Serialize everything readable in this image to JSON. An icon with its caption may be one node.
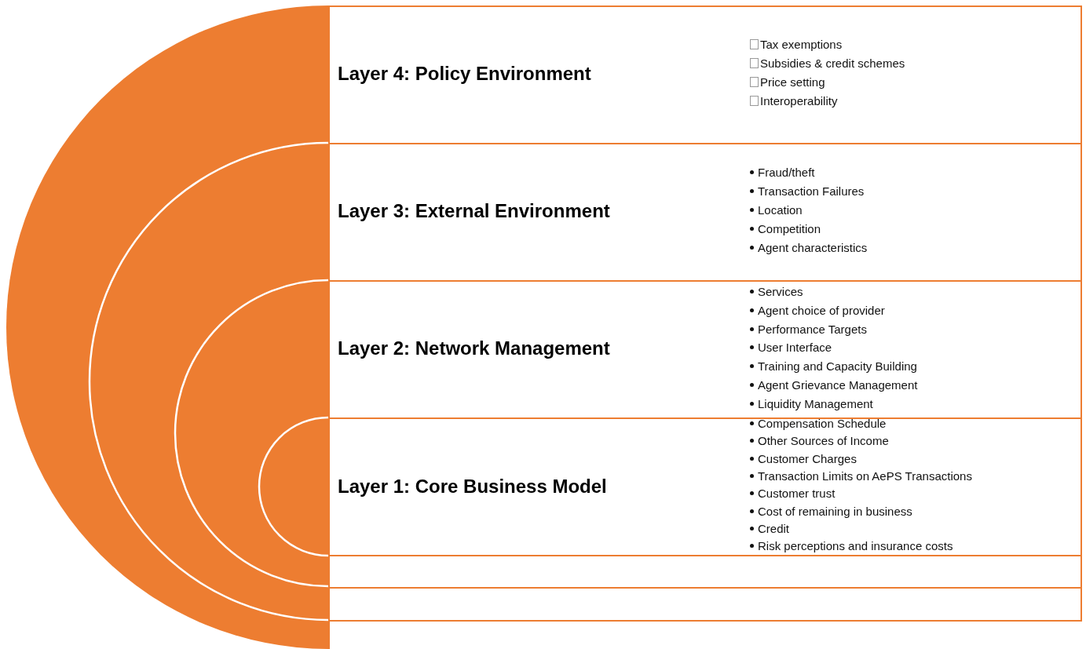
{
  "diagram": {
    "nodes": [
      {
        "text": [
          "Layer 4: Policy Environment",
          "Tax exemptions",
          "Subsidies & credit schemes",
          "Price setting",
          "Interoperability"
        ]
      },
      {
        "text": [
          "Layer 3: External Environment",
          "Fraud/theft",
          "Transaction Failures",
          "Location",
          "Competition",
          "Agent characteristics"
        ]
      },
      {
        "text": [
          "Layer 2: Network Management",
          "Services",
          "Agent choice of provider",
          "Performance Targets",
          "User Interface",
          "Training and Capacity Building",
          "Agent Grievance Management",
          "Liquidity Management"
        ]
      },
      {
        "text": [
          "Layer 1: Core Business Model",
          "Compensation Schedule",
          "Other Sources of Income",
          "Customer Charges",
          "Transaction Limits on AePS Transactions",
          "Customer trust",
          "Cost of remaining in business",
          "Credit",
          "Risk perceptions and insurance costs"
        ]
      },
      {
        "text": [],
        "shape": "box"
      },
      {
        "text": [],
        "shape": "box"
      }
    ],
    "edges": []
  }
}
